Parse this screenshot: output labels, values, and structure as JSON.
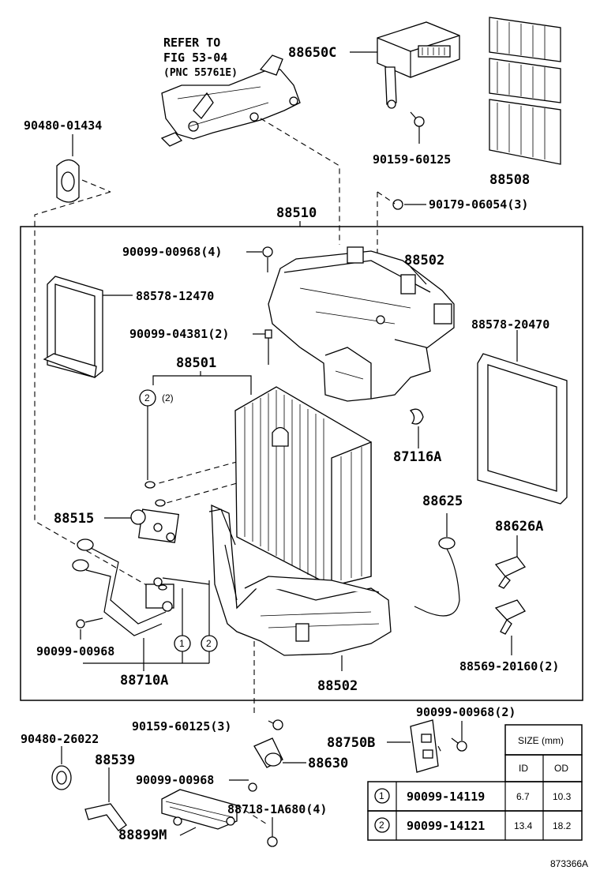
{
  "labels": {
    "refer_line1": "REFER TO",
    "refer_line2": "FIG 53-04",
    "refer_line3": "(PNC 55761E)",
    "p88650C": "88650C",
    "p88508": "88508",
    "p90159_60125": "90159-60125",
    "p90480_01434": "90480-01434",
    "p90179_06054": "90179-06054(3)",
    "p88510": "88510",
    "p90099_00968_4": "90099-00968(4)",
    "p88502_top": "88502",
    "p88578_12470": "88578-12470",
    "p90099_04381": "90099-04381(2)",
    "p88578_20470": "88578-20470",
    "p88501": "88501",
    "p87116A": "87116A",
    "p88515": "88515",
    "p88625": "88625",
    "p88626A": "88626A",
    "p90099_00968_left": "90099-00968",
    "p88710A": "88710A",
    "p88502_bottom": "88502",
    "p88569_20160": "88569-20160(2)",
    "p90099_00968_2": "90099-00968(2)",
    "p90159_60125_3": "90159-60125(3)",
    "p90480_26022": "90480-26022",
    "p88750B": "88750B",
    "p88539": "88539",
    "p88630": "88630",
    "p90099_00968_bottom": "90099-00968",
    "p88718_1A680": "88718-1A680(4)",
    "p88899M": "88899M",
    "callout_1": "1",
    "callout_2": "2",
    "callout_2_qty": "(2)",
    "figure_id": "873366A"
  },
  "size_table": {
    "title": "SIZE (mm)",
    "col_id": "ID",
    "col_od": "OD",
    "rows": [
      {
        "mark": "1",
        "part": "90099-14119",
        "id": "6.7",
        "od": "10.3"
      },
      {
        "mark": "2",
        "part": "90099-14121",
        "id": "13.4",
        "od": "18.2"
      }
    ]
  }
}
